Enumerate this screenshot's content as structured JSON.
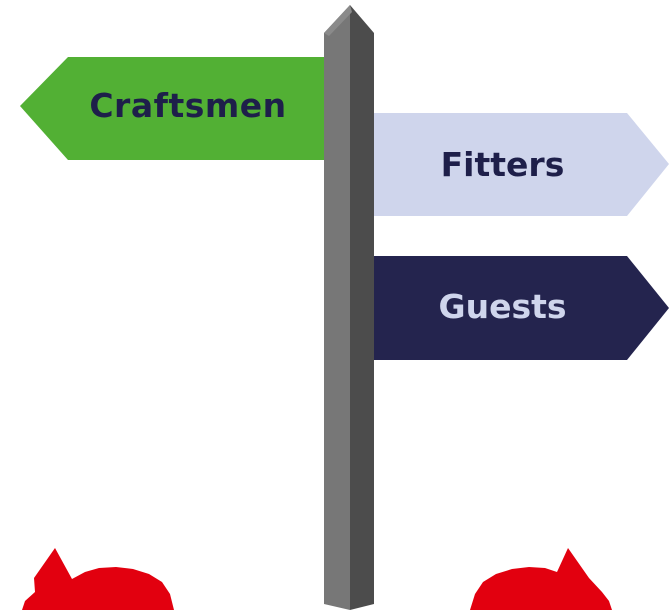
{
  "signs": [
    {
      "label": "Craftsmen",
      "direction": "left",
      "color": "#52b034"
    },
    {
      "label": "Fitters",
      "direction": "right",
      "color": "#cfd5ec"
    },
    {
      "label": "Guests",
      "direction": "right",
      "color": "#24244e"
    }
  ],
  "colors": {
    "post_light": "#777777",
    "post_dark": "#4c4c4c",
    "arrow_red": "#e2000f",
    "text_dark": "#1e1f4a",
    "text_light": "#cfd5ec"
  }
}
